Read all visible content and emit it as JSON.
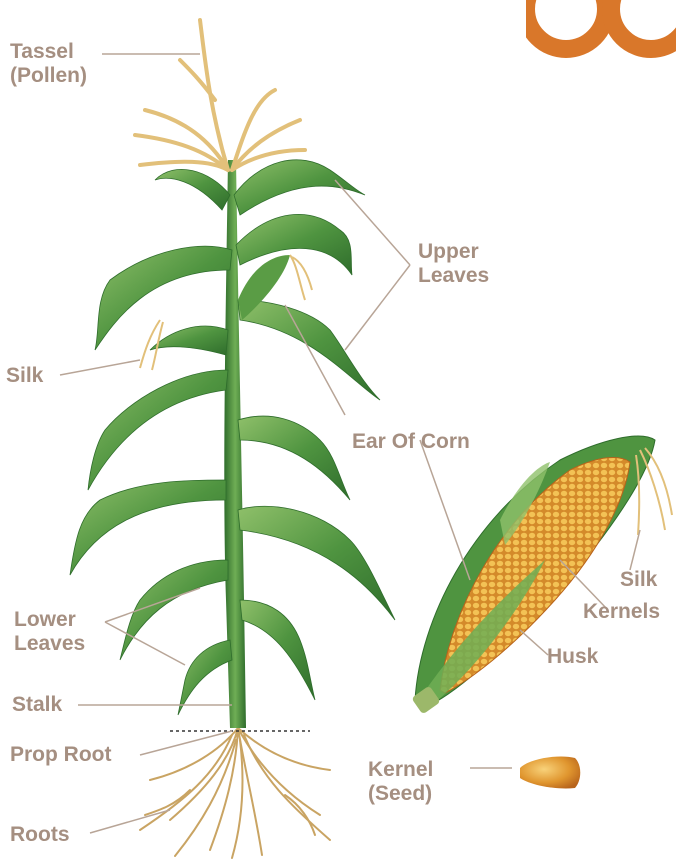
{
  "colors": {
    "label": "#a58f81",
    "leader": "#b8a597",
    "leaf_dark": "#2f6d2c",
    "leaf_mid": "#4f9440",
    "leaf_light": "#8fc06a",
    "tassel": "#e2c07a",
    "kernel": "#e9a93a",
    "root": "#c9a463",
    "accent_logo": "#d9772a"
  },
  "labels": {
    "tassel_line1": "Tassel",
    "tassel_line2": "(Pollen)",
    "upper_leaves_line1": "Upper",
    "upper_leaves_line2": "Leaves",
    "silk_left": "Silk",
    "ear_of_corn": "Ear Of Corn",
    "lower_leaves_line1": "Lower",
    "lower_leaves_line2": "Leaves",
    "stalk": "Stalk",
    "prop_root": "Prop Root",
    "roots": "Roots",
    "silk_right": "Silk",
    "kernels": "Kernels",
    "husk": "Husk",
    "kernel_line1": "Kernel",
    "kernel_line2": "(Seed)"
  },
  "icons": {
    "corner_logo": "orange-logo-fragment-icon"
  }
}
